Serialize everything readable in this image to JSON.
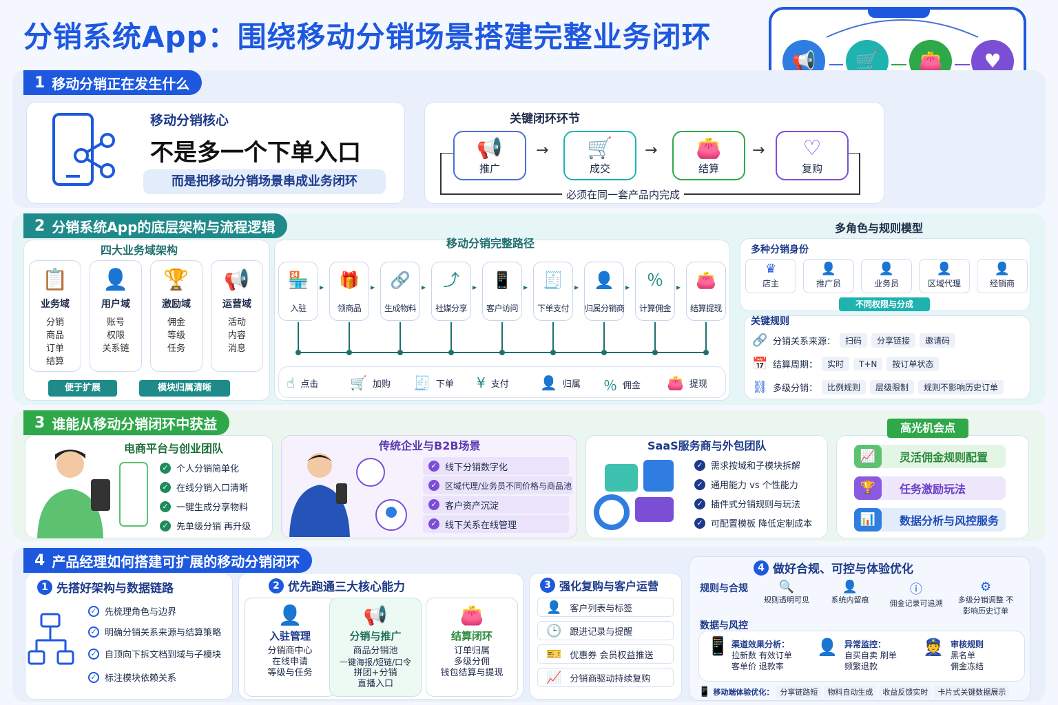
{
  "title": "分销系统App：围绕移动分销场景搭建完整业务闭环",
  "phone_loop": {
    "nodes": [
      {
        "label": "推广",
        "icon": "megaphone-icon",
        "color": "#2f7de0"
      },
      {
        "label": "成交",
        "icon": "cart-icon",
        "color": "#1fb3b0"
      },
      {
        "label": "结算",
        "icon": "wallet-icon",
        "color": "#2fa84a"
      },
      {
        "label": "复购",
        "icon": "user-heart-icon",
        "color": "#7a4fd6"
      }
    ]
  },
  "section1": {
    "num": "1",
    "title": "移动分销正在发生什么",
    "core_label": "移动分销核心",
    "headline": "不是多一个下单入口",
    "subline": "而是把移动分销场景串成业务闭环",
    "loop_title": "关键闭环环节",
    "loop_items": [
      "推广",
      "成交",
      "结算",
      "复购"
    ],
    "loop_note": "必须在同一套产品内完成"
  },
  "section2": {
    "num": "2",
    "title": "分销系统App的底层架构与流程逻辑",
    "domains_title": "四大业务域架构",
    "domains": [
      {
        "name": "业务域",
        "items": [
          "分销",
          "商品",
          "订单",
          "结算"
        ]
      },
      {
        "name": "用户域",
        "items": [
          "账号",
          "权限",
          "关系链"
        ]
      },
      {
        "name": "激励域",
        "items": [
          "佣金",
          "等级",
          "任务"
        ]
      },
      {
        "name": "运营域",
        "items": [
          "活动",
          "内容",
          "消息"
        ]
      }
    ],
    "domain_tags": [
      "便于扩展",
      "模块归属清晰"
    ],
    "path_title": "移动分销完整路径",
    "path_steps": [
      "入驻",
      "领商品",
      "生成物料",
      "社媒分享",
      "客户访问",
      "下单支付",
      "归属分销商",
      "计算佣金",
      "结算提现"
    ],
    "actions": [
      "点击",
      "加购",
      "下单",
      "支付",
      "归属",
      "佣金",
      "提现"
    ],
    "roles_title": "多角色与规则模型",
    "identity_title": "多种分销身份",
    "roles": [
      "店主",
      "推广员",
      "业务员",
      "区域代理",
      "经销商"
    ],
    "roles_note": "不同权限与分成",
    "rules_title": "关键规则",
    "rules": [
      {
        "label": "分销关系来源：",
        "tags": [
          "扫码",
          "分享链接",
          "邀请码"
        ]
      },
      {
        "label": "结算周期：",
        "tags": [
          "实时",
          "T+N",
          "按订单状态"
        ]
      },
      {
        "label": "多级分销：",
        "tags": [
          "比例规则",
          "层级限制",
          "规则不影响历史订单"
        ]
      }
    ]
  },
  "section3": {
    "num": "3",
    "title": "谁能从移动分销闭环中获益",
    "groups": [
      {
        "title": "电商平台与创业团队",
        "items": [
          "个人分销简单化",
          "在线分销入口清晰",
          "一键生成分享物料",
          "先单级分销 再升级"
        ]
      },
      {
        "title": "传统企业与B2B场景",
        "items": [
          "线下分销数字化",
          "区域代理/业务员不同价格与商品池",
          "客户资产沉淀",
          "线下关系在线管理"
        ]
      },
      {
        "title": "SaaS服务商与外包团队",
        "items": [
          "需求按域和子模块拆解",
          "通用能力 vs 个性能力",
          "插件式分销规则与玩法",
          "可配置模板 降低定制成本"
        ]
      }
    ],
    "opp_title": "高光机会点",
    "opportunities": [
      "灵活佣金规则配置",
      "任务激励玩法",
      "数据分析与风控服务"
    ]
  },
  "section4": {
    "num": "4",
    "title": "产品经理如何搭建可扩展的移动分销闭环",
    "p1": {
      "num": "1",
      "title": "先搭好架构与数据链路",
      "items": [
        "先梳理角色与边界",
        "明确分销关系来源与结算策略",
        "自顶向下拆文档到域与子模块",
        "标注模块依赖关系"
      ]
    },
    "p2": {
      "num": "2",
      "title": "优先跑通三大核心能力",
      "cores": [
        {
          "name": "入驻管理",
          "items": [
            "分销商中心",
            "在线申请",
            "等级与任务"
          ]
        },
        {
          "name": "分销与推广",
          "items": [
            "商品分销池",
            "一键海报/短链/口令",
            "拼团+分销",
            "直播入口"
          ]
        },
        {
          "name": "结算闭环",
          "items": [
            "订单归属",
            "多级分佣",
            "钱包结算与提现"
          ]
        }
      ]
    },
    "p3": {
      "num": "3",
      "title": "强化复购与客户运营",
      "items": [
        "客户列表与标签",
        "跟进记录与提醒",
        "优惠券 会员权益推送",
        "分销商驱动持续复购"
      ]
    },
    "p4": {
      "num": "4",
      "title": "做好合规、可控与体验优化",
      "rules_label": "规则与合规",
      "rules": [
        "规则透明可见",
        "系统内留痕",
        "佣金记录可追溯",
        "多级分销调整 不影响历史订单"
      ],
      "risk_label": "数据与风控",
      "risks": [
        {
          "title": "渠道效果分析：",
          "lines": [
            "拉新数  有效订单",
            "客单价  退款率"
          ]
        },
        {
          "title": "异常监控：",
          "lines": [
            "自买自卖  刷单",
            "频繁退款"
          ]
        },
        {
          "title": "审核规则",
          "lines": [
            "黑名单",
            "佣金冻结"
          ]
        }
      ],
      "ux_label": "移动端体验优化：",
      "ux": [
        "分享链路短",
        "物料自动生成",
        "收益反馈实时",
        "卡片式关键数据展示"
      ]
    }
  }
}
